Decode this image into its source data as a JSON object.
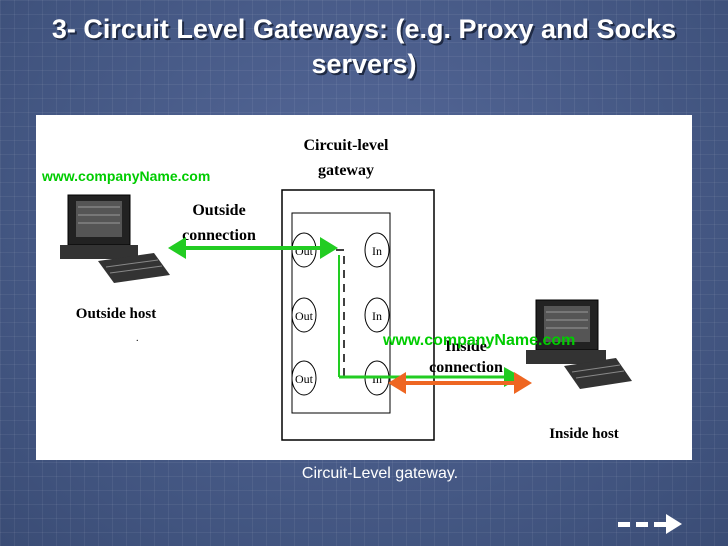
{
  "slide": {
    "title": "3- Circuit Level Gateways: (e.g. Proxy and Socks servers)",
    "caption": "Circuit-Level gateway."
  },
  "diagram": {
    "gateway_label_line1": "Circuit-level",
    "gateway_label_line2": "gateway",
    "outside_conn_line1": "Outside",
    "outside_conn_line2": "connection",
    "inside_conn_line1": "Inside",
    "inside_conn_line2": "connection",
    "outside_host_label": "Outside host",
    "inside_host_label": "Inside host",
    "port_out_label": "Out",
    "port_in_label": "In",
    "watermark_top": "www.companyName.com",
    "watermark_bottom": "www.companyName.com"
  },
  "colors": {
    "background": "#4b5f8a",
    "title": "#ffffff",
    "green_link": "#22cc22",
    "orange_link": "#ee6622",
    "watermark": "#00cc00"
  },
  "icons": {
    "next": "next-arrow-icon"
  }
}
